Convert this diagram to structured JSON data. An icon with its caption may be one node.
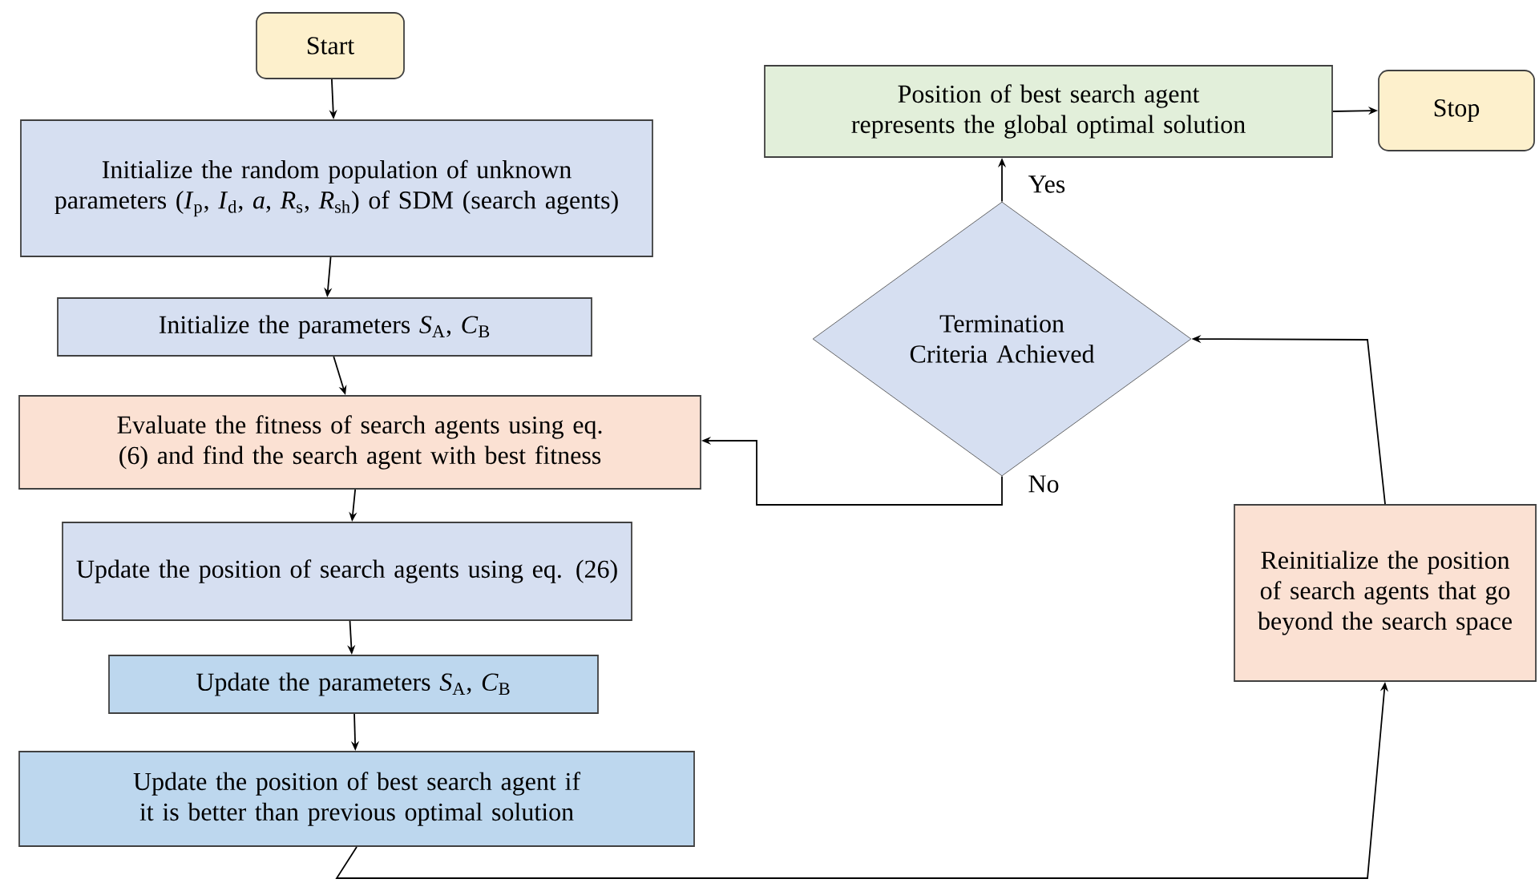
{
  "diagram": {
    "nodes": [
      {
        "text": [
          "Start"
        ]
      },
      {
        "text": [
          "Initialize the random population of unknown parameters (*I*$_{p}$, *I*$_{d}$, *a*, *R*$_{s}$, *R*$_{sh}$) of SDM (search agents)"
        ]
      },
      {
        "text": [
          "Initialize the parameters *S*$_{A}$, *C*$_{B}$"
        ]
      },
      {
        "text": [
          "Evaluate the fitness of search agents using eq. (6) and find the search agent with best fitness"
        ]
      },
      {
        "text": [
          "Update the position of search agents using eq. (26)"
        ]
      },
      {
        "text": [
          "Update the parameters *S*$_{A}$, *C*$_{B}$"
        ]
      },
      {
        "text": [
          "Update the position of best search agent if it is better than previous optimal solution"
        ]
      },
      {
        "text": [
          "Termination Criteria Achieved"
        ]
      },
      {
        "text": [
          "Position of best search agent represents the global optimal solution"
        ]
      },
      {
        "text": [
          "Stop"
        ]
      },
      {
        "text": [
          "Reinitialize the position of search agents that go beyond the search space"
        ]
      }
    ],
    "edges": [
      {
        "from": 0,
        "to": 1,
        "arrow": "to"
      },
      {
        "from": 1,
        "to": 2,
        "arrow": "to"
      },
      {
        "from": 2,
        "to": 3,
        "arrow": "to"
      },
      {
        "from": 3,
        "to": 4,
        "arrow": "to"
      },
      {
        "from": 4,
        "to": 5,
        "arrow": "to"
      },
      {
        "from": 5,
        "to": 6,
        "arrow": "to"
      },
      {
        "from": 6,
        "to": 10,
        "arrow": "to"
      },
      {
        "from": 10,
        "to": 7,
        "arrow": "to"
      },
      {
        "from": 7,
        "to": 3,
        "arrow": "to",
        "label": "No"
      },
      {
        "from": 7,
        "to": 8,
        "arrow": "to",
        "label": "Yes"
      },
      {
        "from": 8,
        "to": 9,
        "arrow": "to"
      }
    ]
  }
}
